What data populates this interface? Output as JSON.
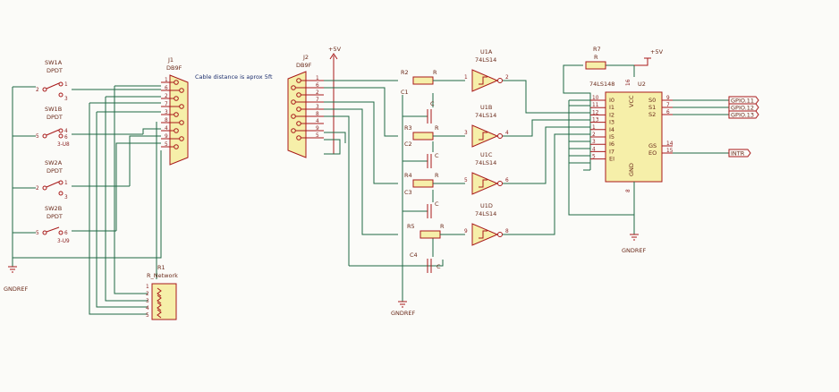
{
  "switches": {
    "sw1a": {
      "ref": "SW1A",
      "value": "DPDT",
      "pins": [
        "2",
        "1",
        "3"
      ]
    },
    "sw1b": {
      "ref": "SW1B",
      "value": "DPDT",
      "pins": [
        "5",
        "4",
        "6"
      ],
      "note": "3-U8"
    },
    "sw2a": {
      "ref": "SW2A",
      "value": "DPDT",
      "pins": [
        "2",
        "1",
        "3"
      ]
    },
    "sw2b": {
      "ref": "SW2B",
      "value": "DPDT",
      "pins": [
        "5",
        "6"
      ],
      "note": "3-U9"
    }
  },
  "j1": {
    "ref": "J1",
    "value": "DB9F",
    "pins": [
      "1",
      "6",
      "2",
      "7",
      "3",
      "8",
      "4",
      "9",
      "5"
    ]
  },
  "j2": {
    "ref": "J2",
    "value": "DB9F",
    "pins": [
      "1",
      "6",
      "2",
      "7",
      "3",
      "8",
      "4",
      "9",
      "5"
    ]
  },
  "cable_note": "Cable distance is aprox 5ft",
  "rnet": {
    "ref": "R1",
    "value": "R_Network",
    "pins": [
      "1",
      "2",
      "3",
      "4",
      "5"
    ]
  },
  "resistors": [
    {
      "ref": "R2",
      "value": "R"
    },
    {
      "ref": "R3",
      "value": "R"
    },
    {
      "ref": "R4",
      "value": "R"
    },
    {
      "ref": "R5",
      "value": "R"
    },
    {
      "ref": "R7",
      "value": "R"
    }
  ],
  "capacitors": [
    {
      "ref": "C1",
      "value": "C"
    },
    {
      "ref": "C2",
      "value": "C"
    },
    {
      "ref": "C3",
      "value": "C"
    },
    {
      "ref": "C4",
      "value": "C"
    }
  ],
  "gates": [
    {
      "ref": "U1A",
      "value": "74LS14",
      "in": "1",
      "out": "2"
    },
    {
      "ref": "U1B",
      "value": "74LS14",
      "in": "3",
      "out": "4"
    },
    {
      "ref": "U1C",
      "value": "74LS14",
      "in": "5",
      "out": "6"
    },
    {
      "ref": "U1D",
      "value": "74LS14",
      "in": "9",
      "out": "8"
    }
  ],
  "encoder": {
    "ref": "U2",
    "value": "74LS148",
    "inputs": [
      {
        "name": "I0",
        "pin": "10"
      },
      {
        "name": "I1",
        "pin": "11"
      },
      {
        "name": "I2",
        "pin": "12"
      },
      {
        "name": "I3",
        "pin": "13"
      },
      {
        "name": "I4",
        "pin": "1"
      },
      {
        "name": "I5",
        "pin": "2"
      },
      {
        "name": "I6",
        "pin": "3"
      },
      {
        "name": "I7",
        "pin": "4"
      },
      {
        "name": "EI",
        "pin": "5"
      }
    ],
    "outputs": [
      {
        "name": "S0",
        "pin": "9"
      },
      {
        "name": "S1",
        "pin": "7"
      },
      {
        "name": "S2",
        "pin": "6"
      },
      {
        "name": "GS",
        "pin": "14"
      },
      {
        "name": "EO",
        "pin": "15"
      }
    ],
    "vcc": "VCC",
    "vcc_pin": "16",
    "gnd": "GND",
    "gnd_pin": "8"
  },
  "power": {
    "plus5v": "+5V",
    "gndref": "GNDREF"
  },
  "ports": [
    "GPIO.11",
    "GPIO.12",
    "GPIO.13",
    "INTR"
  ]
}
